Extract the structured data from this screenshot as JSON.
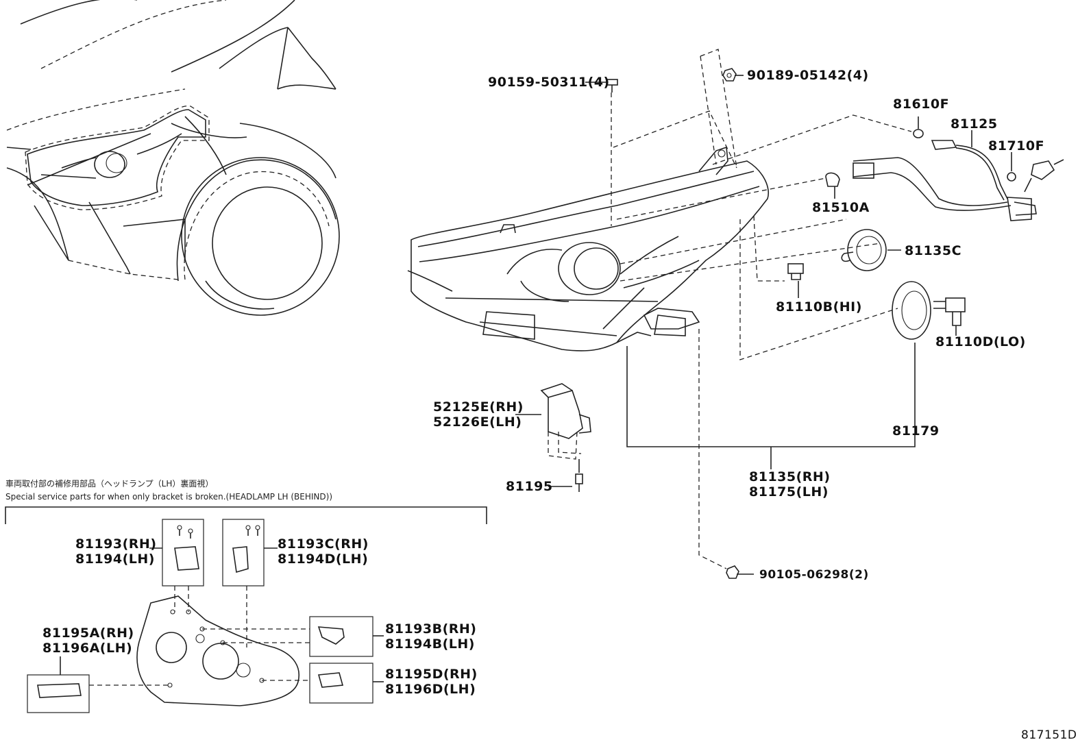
{
  "notes": {
    "jp": "車両取付部の補修用部品（ヘッドランプ（LH）裏面視）",
    "en": "Special service parts for when only bracket is broken.(HEADLAMP LH (BEHIND))"
  },
  "callouts": {
    "p90159": "90159-50311(4)",
    "p90189": "90189-05142(4)",
    "p81610F": "81610F",
    "p81125": "81125",
    "p81710F": "81710F",
    "p81510A": "81510A",
    "p81135C": "81135C",
    "p81110B": "81110B(HI)",
    "p81110D": "81110D(LO)",
    "p81179": "81179",
    "p52125E": "52125E(RH)",
    "p52126E": "52126E(LH)",
    "p81195": "81195",
    "p81135": "81135(RH)",
    "p81175": "81175(LH)",
    "p90105": "90105-06298(2)",
    "p81193": "81193(RH)",
    "p81194": "81194(LH)",
    "p81193C": "81193C(RH)",
    "p81194D": "81194D(LH)",
    "p81193B": "81193B(RH)",
    "p81194B": "81194B(LH)",
    "p81195A": "81195A(RH)",
    "p81196A": "81196A(LH)",
    "p81195D": "81195D(RH)",
    "p81196D": "81196D(LH)"
  },
  "figure_id": "817151D"
}
